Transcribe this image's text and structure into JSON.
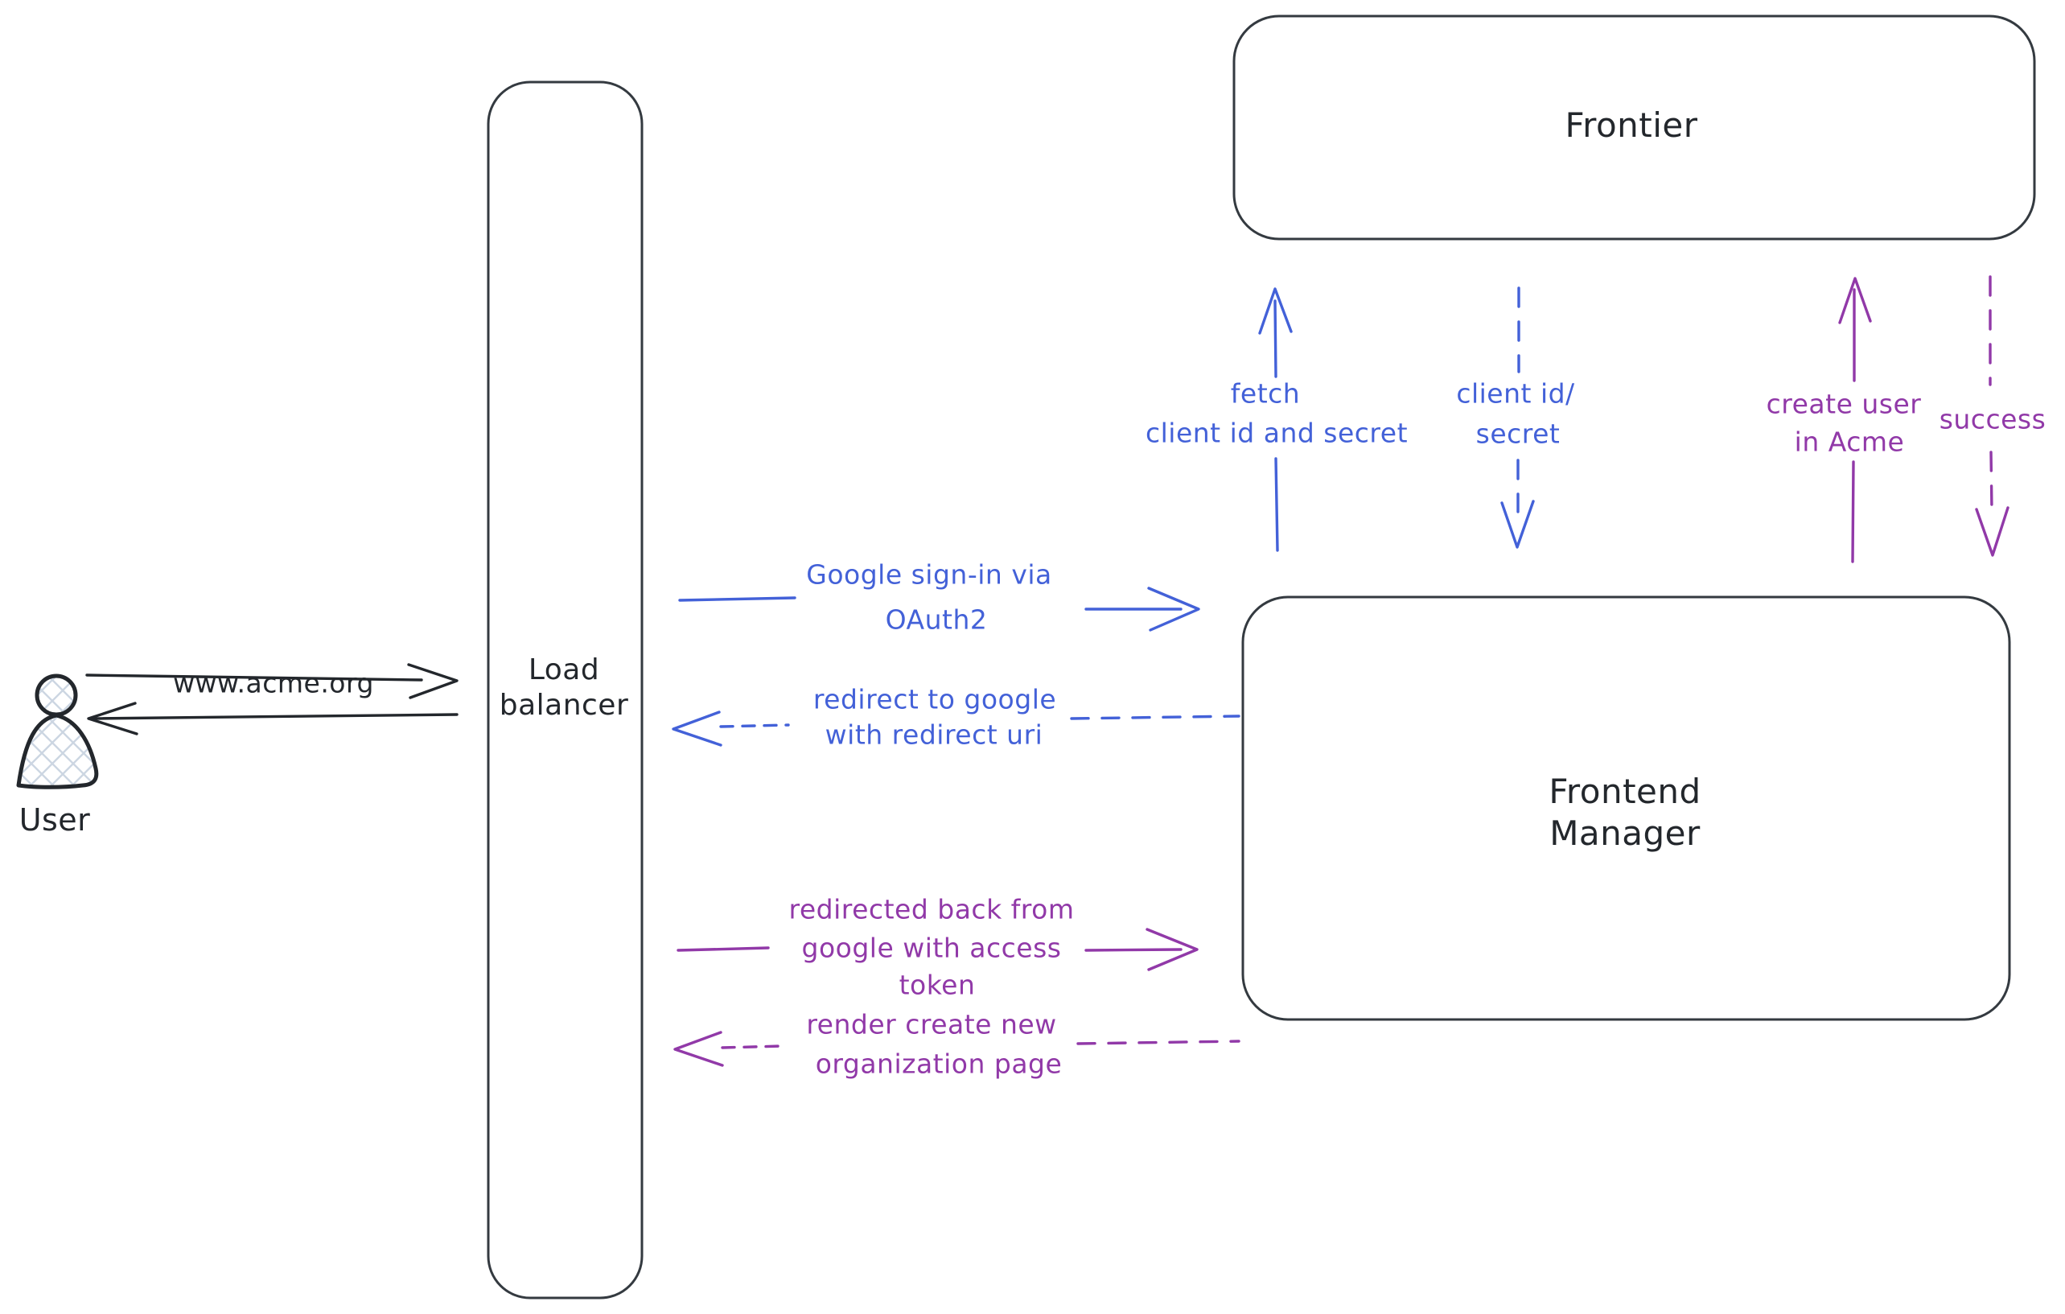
{
  "colors": {
    "ink": "#343a40",
    "text": "#23272c",
    "blue": "#4361d8",
    "purple": "#9139a8",
    "hatch": "#ccd6e2"
  },
  "nodes": {
    "user": {
      "label": "User"
    },
    "load_balancer": {
      "lines": [
        "Load",
        "balancer"
      ]
    },
    "frontier": {
      "label": "Frontier"
    },
    "frontend_manager": {
      "lines": [
        "Frontend",
        "Manager"
      ]
    }
  },
  "edges": {
    "www_acme": {
      "label": "www.acme.org"
    },
    "google_signin": {
      "lines": [
        "Google sign-in via",
        "OAuth2"
      ]
    },
    "redirect_google": {
      "lines": [
        "redirect to google",
        "with redirect uri"
      ]
    },
    "redirected_back": {
      "lines": [
        "redirected back from",
        "google with access",
        "token"
      ]
    },
    "render_page": {
      "lines": [
        "render create new",
        "organization page"
      ]
    },
    "fetch_secret": {
      "lines": [
        "fetch",
        "client id and secret"
      ]
    },
    "client_id_secret": {
      "lines": [
        "client id/",
        "secret"
      ]
    },
    "create_user": {
      "lines": [
        "create user",
        "in Acme"
      ]
    },
    "success": {
      "label": "success"
    }
  }
}
